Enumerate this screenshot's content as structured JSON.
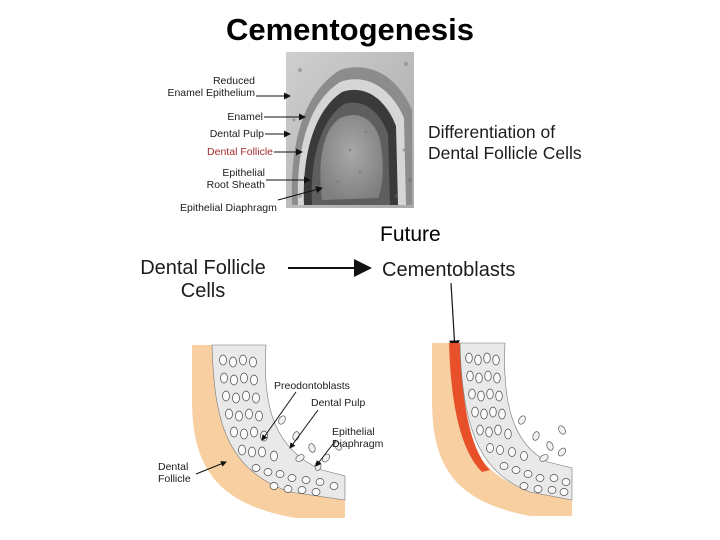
{
  "slide": {
    "title": "Cementogenesis"
  },
  "top_micrograph": {
    "labels": [
      {
        "line1": "Reduced",
        "line2": "Enamel Epithelium",
        "highlight": false
      },
      {
        "line1": "Enamel",
        "line2": "",
        "highlight": false
      },
      {
        "line1": "Dental Pulp",
        "line2": "",
        "highlight": false
      },
      {
        "line1": "Dental Follicle",
        "line2": "",
        "highlight": true
      },
      {
        "line1": "Epithelial",
        "line2": "Root Sheath",
        "highlight": false
      },
      {
        "line1": "Epithelial Diaphragm",
        "line2": "",
        "highlight": false
      }
    ]
  },
  "right_heading": {
    "line1": "Differentiation of",
    "line2": "Dental Follicle Cells"
  },
  "future_label": "Future",
  "flow": {
    "from_line1": "Dental Follicle",
    "from_line2": "Cells",
    "to": "Cementoblasts"
  },
  "bottom_left_panel": {
    "labels": {
      "predontoblasts": "Preodontoblasts",
      "dental_pulp": "Dental Pulp",
      "epithelial_1": "Epithelial",
      "epithelial_2": "Diaphragm",
      "dental_1": "Dental",
      "dental_2": "Follicle"
    }
  },
  "colors": {
    "tissue": "#f7cfa0",
    "cementoblast_layer": "#e8502a",
    "highlight_label": "#a42a2a",
    "micrograph_bg": "#bdbdbd"
  }
}
